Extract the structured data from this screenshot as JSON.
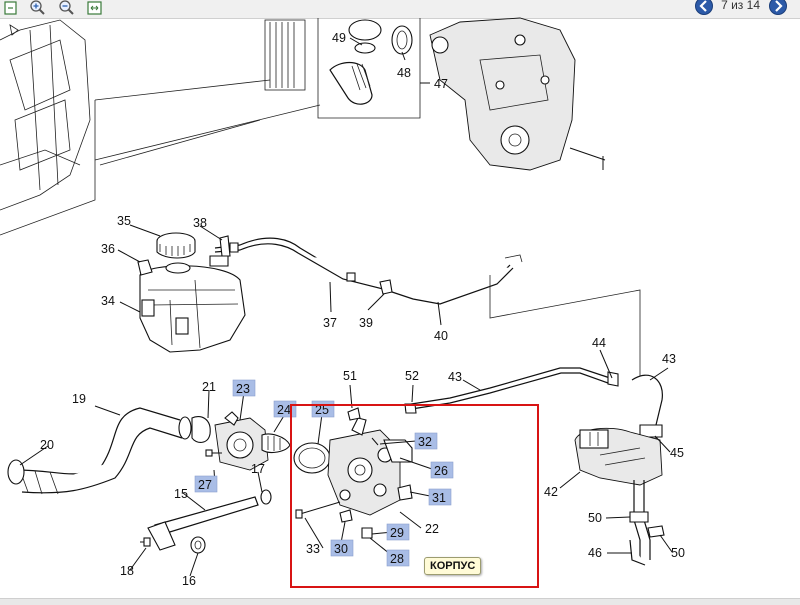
{
  "pager": {
    "text": "7 из 14"
  },
  "tooltip": {
    "label": "КОРПУС"
  },
  "diagram": {
    "callouts": [
      {
        "n": "49"
      },
      {
        "n": "48"
      },
      {
        "n": "47"
      },
      {
        "n": "35"
      },
      {
        "n": "38"
      },
      {
        "n": "36"
      },
      {
        "n": "34"
      },
      {
        "n": "37"
      },
      {
        "n": "39"
      },
      {
        "n": "40"
      },
      {
        "n": "51"
      },
      {
        "n": "52"
      },
      {
        "n": "43"
      },
      {
        "n": "44"
      },
      {
        "n": "43"
      },
      {
        "n": "19"
      },
      {
        "n": "21"
      },
      {
        "n": "20"
      },
      {
        "n": "17"
      },
      {
        "n": "15"
      },
      {
        "n": "33"
      },
      {
        "n": "42"
      },
      {
        "n": "45"
      },
      {
        "n": "50"
      },
      {
        "n": "50"
      },
      {
        "n": "46"
      },
      {
        "n": "18"
      },
      {
        "n": "16"
      },
      {
        "n": "22"
      }
    ],
    "highlighted": [
      {
        "n": "23"
      },
      {
        "n": "24"
      },
      {
        "n": "25"
      },
      {
        "n": "32"
      },
      {
        "n": "26"
      },
      {
        "n": "31"
      },
      {
        "n": "27"
      },
      {
        "n": "29"
      },
      {
        "n": "30"
      },
      {
        "n": "28"
      }
    ],
    "highlight_color": "#a9bde6",
    "frame_color": "#d81414"
  },
  "icons": [
    "fit-page-icon",
    "zoom-in-icon",
    "zoom-out-icon",
    "fit-width-icon",
    "prev-page-icon",
    "next-page-icon"
  ]
}
